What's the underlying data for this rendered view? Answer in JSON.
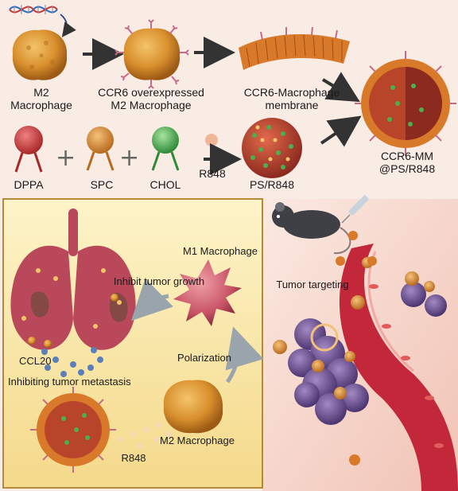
{
  "top": {
    "m2": {
      "line1": "M2",
      "line2": "Macrophage"
    },
    "ccr6": {
      "line1": "CCR6 overexpressed",
      "line2": "M2 Macrophage"
    },
    "membrane": {
      "line1": "CCR6-Macrophage",
      "line2": "membrane"
    },
    "final": {
      "line1": "CCR6-MM",
      "line2": "@PS/R848"
    },
    "dppa": "DPPA",
    "spc": "SPC",
    "chol": "CHOL",
    "r848": "R848",
    "ps": "PS/R848"
  },
  "inset": {
    "m1": "M1 Macrophage",
    "inhibit_growth": "Inhibit tumor growth",
    "polarization": "Polarization",
    "ccl20": "CCL20",
    "inhibit_metastasis": "Inhibiting tumor metastasis",
    "m2": "M2 Macrophage",
    "r848": "R848"
  },
  "right": {
    "tumor_targeting": "Tumor targeting"
  },
  "colors": {
    "background": "#f7e6dc",
    "inset_bg": "#fbeeb5",
    "inset_border": "#b48a3a",
    "macrophage": "#d9902e",
    "m1": "#d06070",
    "lung": "#b8485a",
    "vessel": "#c3283a",
    "tumor": "#6b4e8c",
    "dppa": "#c43b3b",
    "spc": "#d98a3a",
    "chol": "#4caf50",
    "ccl20": "#5b7fb8"
  }
}
